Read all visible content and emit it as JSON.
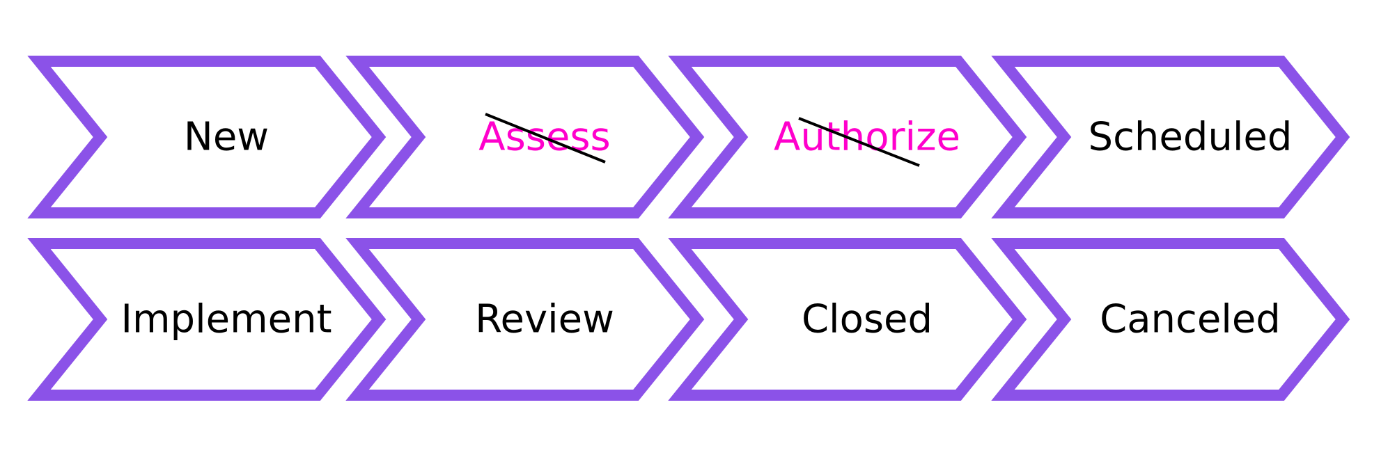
{
  "colors": {
    "chevron_stroke": "#8B52E8",
    "chevron_fill": "#ffffff",
    "text_default": "#000000",
    "text_removed": "#FF00CC",
    "strike_line": "#000000"
  },
  "steps": [
    {
      "label": "New",
      "removed": false
    },
    {
      "label": "Assess",
      "removed": true
    },
    {
      "label": "Authorize",
      "removed": true
    },
    {
      "label": "Scheduled",
      "removed": false
    },
    {
      "label": "Implement",
      "removed": false
    },
    {
      "label": "Review",
      "removed": false
    },
    {
      "label": "Closed",
      "removed": false
    },
    {
      "label": "Canceled",
      "removed": false
    }
  ]
}
